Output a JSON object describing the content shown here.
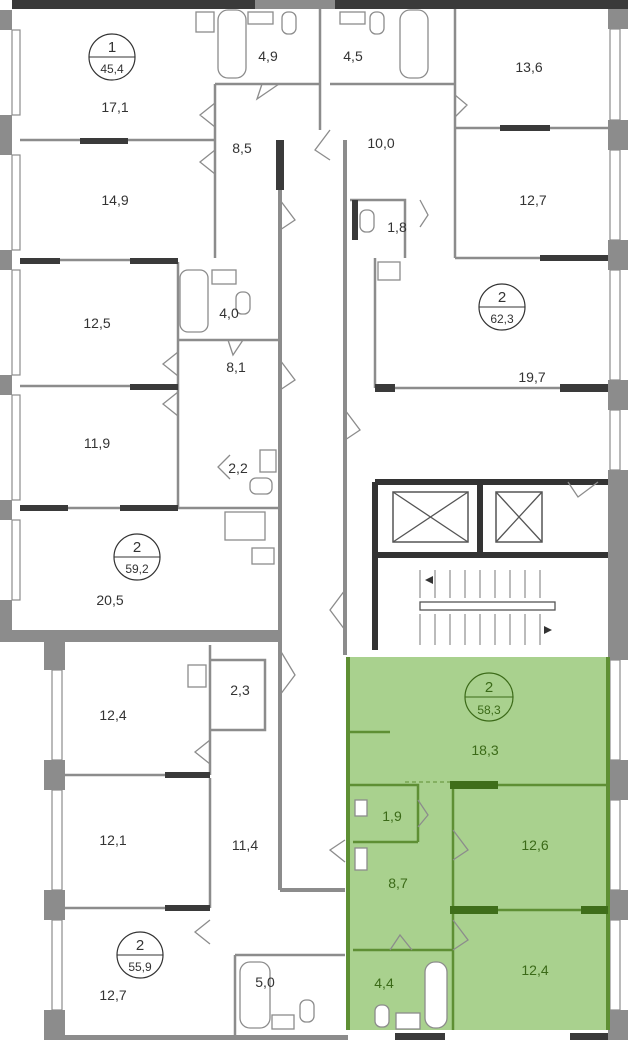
{
  "apartments": [
    {
      "rooms_count": "1",
      "total_area": "45,4",
      "rooms": [
        "17,1",
        "14,9",
        "8,5",
        "4,9"
      ]
    },
    {
      "rooms_count": "2",
      "total_area": "62,3",
      "rooms": [
        "4,5",
        "13,6",
        "10,0",
        "12,7",
        "1,8",
        "19,7"
      ]
    },
    {
      "rooms_count": "2",
      "total_area": "59,2",
      "rooms": [
        "12,5",
        "4,0",
        "8,1",
        "11,9",
        "2,2",
        "20,5"
      ]
    },
    {
      "rooms_count": "2",
      "total_area": "55,9",
      "rooms": [
        "12,4",
        "2,3",
        "12,1",
        "11,4",
        "12,7",
        "5,0"
      ]
    },
    {
      "rooms_count": "2",
      "total_area": "58,3",
      "rooms": [
        "18,3",
        "1,9",
        "12,6",
        "8,7",
        "12,4",
        "4,4"
      ],
      "highlighted": true
    }
  ],
  "colors": {
    "highlight": "#a9d18e",
    "highlight_text": "#3b6a18",
    "wall": "#8c8c8c"
  }
}
